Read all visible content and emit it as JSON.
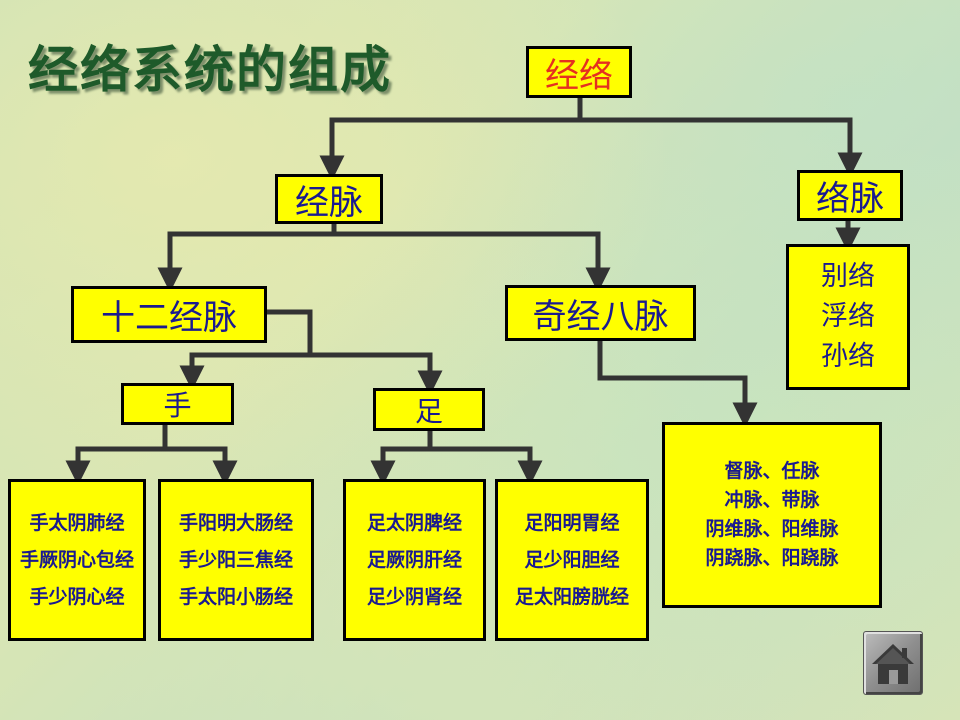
{
  "title": "经络系统的组成",
  "root": "经络",
  "branch_meridian": "经脉",
  "branch_collateral": "络脉",
  "collateral_items": [
    "别络",
    "浮络",
    "孙络"
  ],
  "twelve_meridians": "十二经脉",
  "extra_meridians": "奇经八脉",
  "extra_items": [
    "督脉、任脉",
    "冲脉、带脉",
    "阴维脉、阳维脉",
    "阴跷脉、阳跷脉"
  ],
  "hand": "手",
  "foot": "足",
  "hand_yin": [
    "手太阴肺经",
    "手厥阴心包经",
    "手少阴心经"
  ],
  "hand_yang": [
    "手阳明大肠经",
    "手少阳三焦经",
    "手太阳小肠经"
  ],
  "foot_yin": [
    "足太阴脾经",
    "足厥阴肝经",
    "足少阴肾经"
  ],
  "foot_yang": [
    "足阳明胃经",
    "足少阳胆经",
    "足太阳膀胱经"
  ],
  "colors": {
    "box_fill": "#ffff00",
    "box_text": "#1a1a90",
    "root_text": "#e53020",
    "title": "#1e5a2a",
    "connector": "#333333"
  }
}
